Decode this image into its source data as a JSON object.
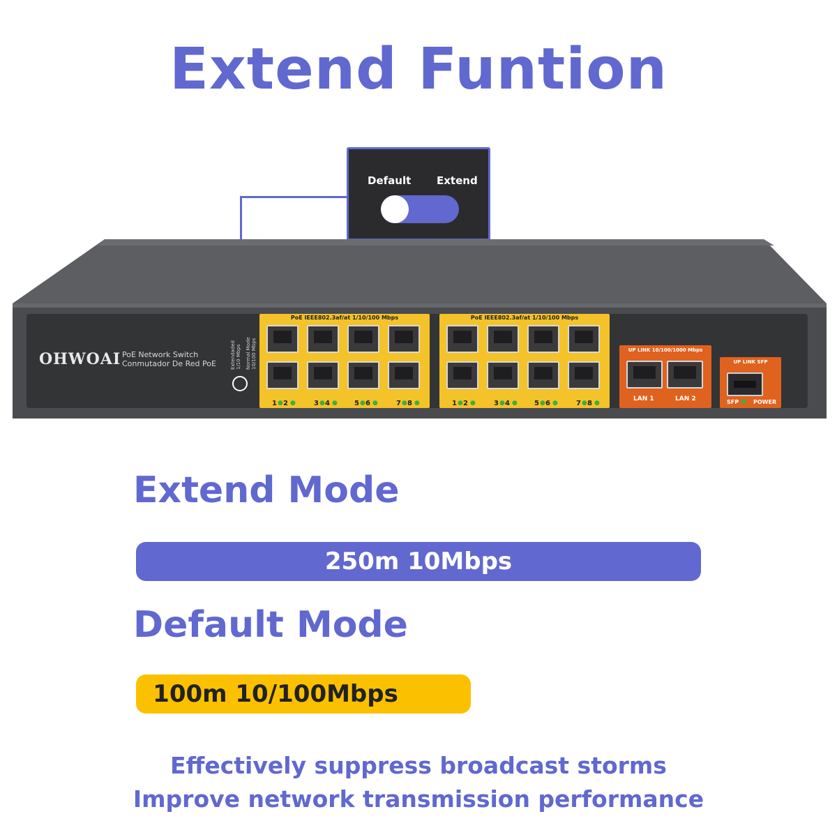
{
  "headline": "Extend Funtion",
  "callout": {
    "left_label": "Default",
    "right_label": "Extend"
  },
  "device": {
    "brand": "OHWOAI",
    "brand_line1": "PoE  Network Switch",
    "brand_line2": "Conmutador De Red PoE",
    "dip_label_1": "Extendaded",
    "dip_label_2": "1/10 Mbps",
    "dip_label_3": "Normal Mode",
    "dip_label_4": "10/100 Mbps",
    "poe_group_label": "PoE IEEE802.3af/at 1/10/100 Mbps",
    "port_numbers": [
      "1",
      "2",
      "3",
      "4",
      "5",
      "6",
      "7",
      "8"
    ],
    "uplink_label": "UP LINK 10/100/1000 Mbps",
    "lan1": "LAN 1",
    "lan2": "LAN 2",
    "sfp_group_label": "UP LINK SFP",
    "sfp_label": "SFP",
    "power_label": "POWER"
  },
  "modes": {
    "extend_title": "Extend Mode",
    "extend_value": "250m 10Mbps",
    "default_title": "Default Mode",
    "default_value": "100m 10/100Mbps"
  },
  "footer": {
    "line1": "Effectively suppress broadcast storms",
    "line2": "Improve network transmission performance"
  },
  "colors": {
    "accent": "#6168cf",
    "default_bar": "#fbc100",
    "poe_ports": "#f3c329",
    "uplink": "#e0621f"
  }
}
